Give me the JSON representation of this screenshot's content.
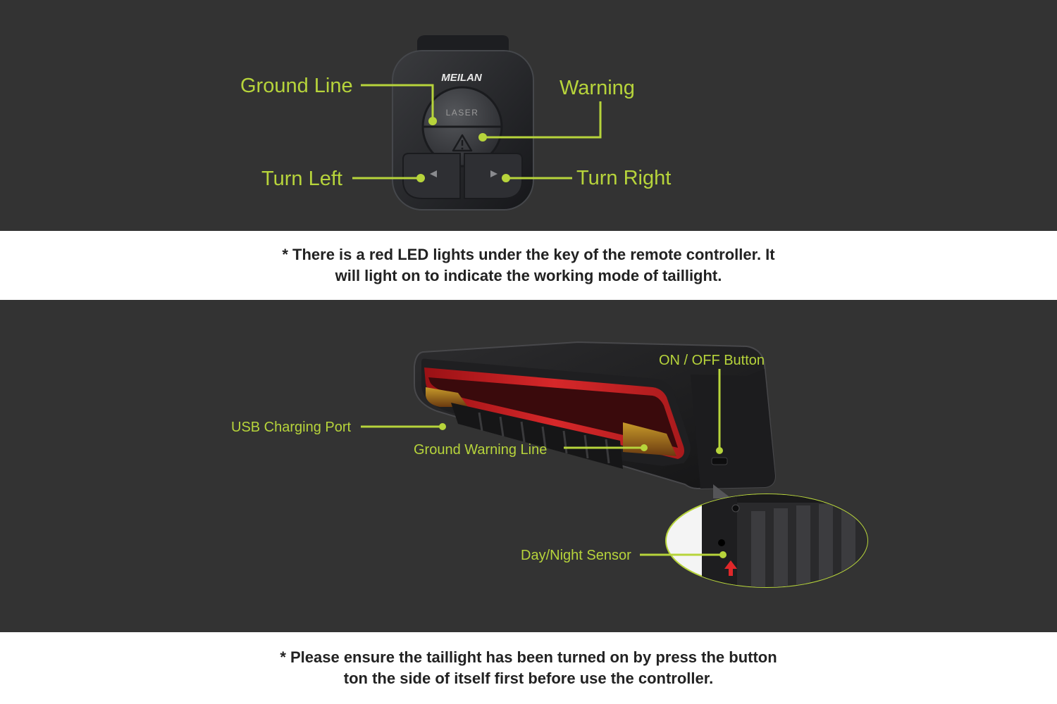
{
  "remote": {
    "brand": "MEILAN",
    "button_text": "LASER",
    "labels": {
      "ground_line": "Ground Line",
      "warning": "Warning",
      "turn_left": "Turn Left",
      "turn_right": "Turn Right"
    }
  },
  "note_remote": {
    "line1": "* There is a red LED lights under the key of the remote controller. It",
    "line2": "will light on to indicate the working mode of taillight."
  },
  "taillight": {
    "labels": {
      "on_off_button": "ON / OFF Button",
      "usb_charging_port": "USB Charging Port",
      "ground_warning_line": "Ground Warning Line",
      "day_night_sensor": "Day/Night Sensor"
    }
  },
  "note_taillight": {
    "line1": "* Please ensure the taillight has been turned on by press the button",
    "line2": "ton the side of itself first before use the controller."
  },
  "colors": {
    "panel_background": "#333333",
    "label_accent": "#b7d43b",
    "note_text": "#222222",
    "led_red": "#e0282a"
  }
}
